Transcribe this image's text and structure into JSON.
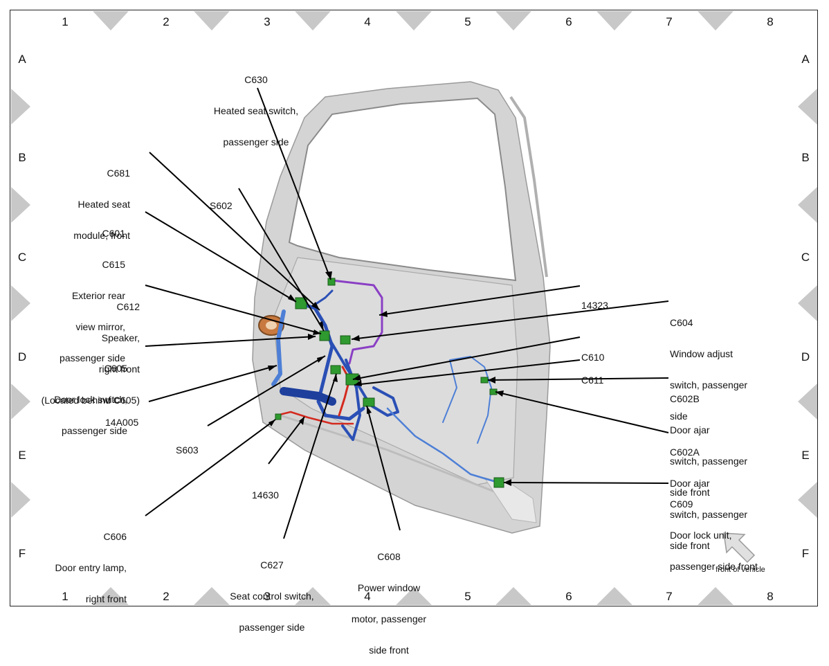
{
  "grid": {
    "columns": [
      "1",
      "2",
      "3",
      "4",
      "5",
      "6",
      "7",
      "8"
    ],
    "rows": [
      "A",
      "B",
      "C",
      "D",
      "E",
      "F"
    ]
  },
  "callouts": {
    "c630": [
      "C630",
      "Heated seat switch,",
      "passenger side"
    ],
    "c681": [
      "C681",
      "Heated seat",
      "module, front"
    ],
    "s602": [
      "S602"
    ],
    "c601": [
      "C601",
      "C615",
      "Exterior rear",
      "view mirror,",
      "passenger side"
    ],
    "c612": [
      "C612",
      "Speaker,",
      "right front",
      "(Located behind C605)"
    ],
    "c605": [
      "C605",
      "Door lock switch,",
      "passenger side"
    ],
    "a14a005": [
      "14A005"
    ],
    "s603": [
      "S603"
    ],
    "a14630": [
      "14630"
    ],
    "c606": [
      "C606",
      "Door entry lamp,",
      "right front"
    ],
    "c627": [
      "C627",
      "Seat control switch,",
      "passenger side"
    ],
    "c608": [
      "C608",
      "Power window",
      "motor, passenger",
      "side front"
    ],
    "a14323": [
      "14323"
    ],
    "c604": [
      "C604",
      "Window adjust",
      "switch, passenger",
      "side"
    ],
    "c610": [
      "C610"
    ],
    "c611": [
      "C611"
    ],
    "c602b": [
      "C602B",
      "Door ajar",
      "switch, passenger",
      "side front"
    ],
    "c602a": [
      "C602A",
      "Door ajar",
      "switch, passenger",
      "side front"
    ],
    "c609": [
      "C609",
      "Door lock unit,",
      "passenger side front"
    ]
  },
  "front_of_vehicle": "front of vehicle",
  "colors": {
    "harness_blue": "#2a4fb5",
    "harness_light_blue": "#4d7fd6",
    "harness_red": "#d42a1f",
    "harness_purple": "#8a3fc4",
    "connector_green": "#2f9a2f",
    "door_gray": "#c9c9c9",
    "grid_marker": "#c8c8c8"
  }
}
